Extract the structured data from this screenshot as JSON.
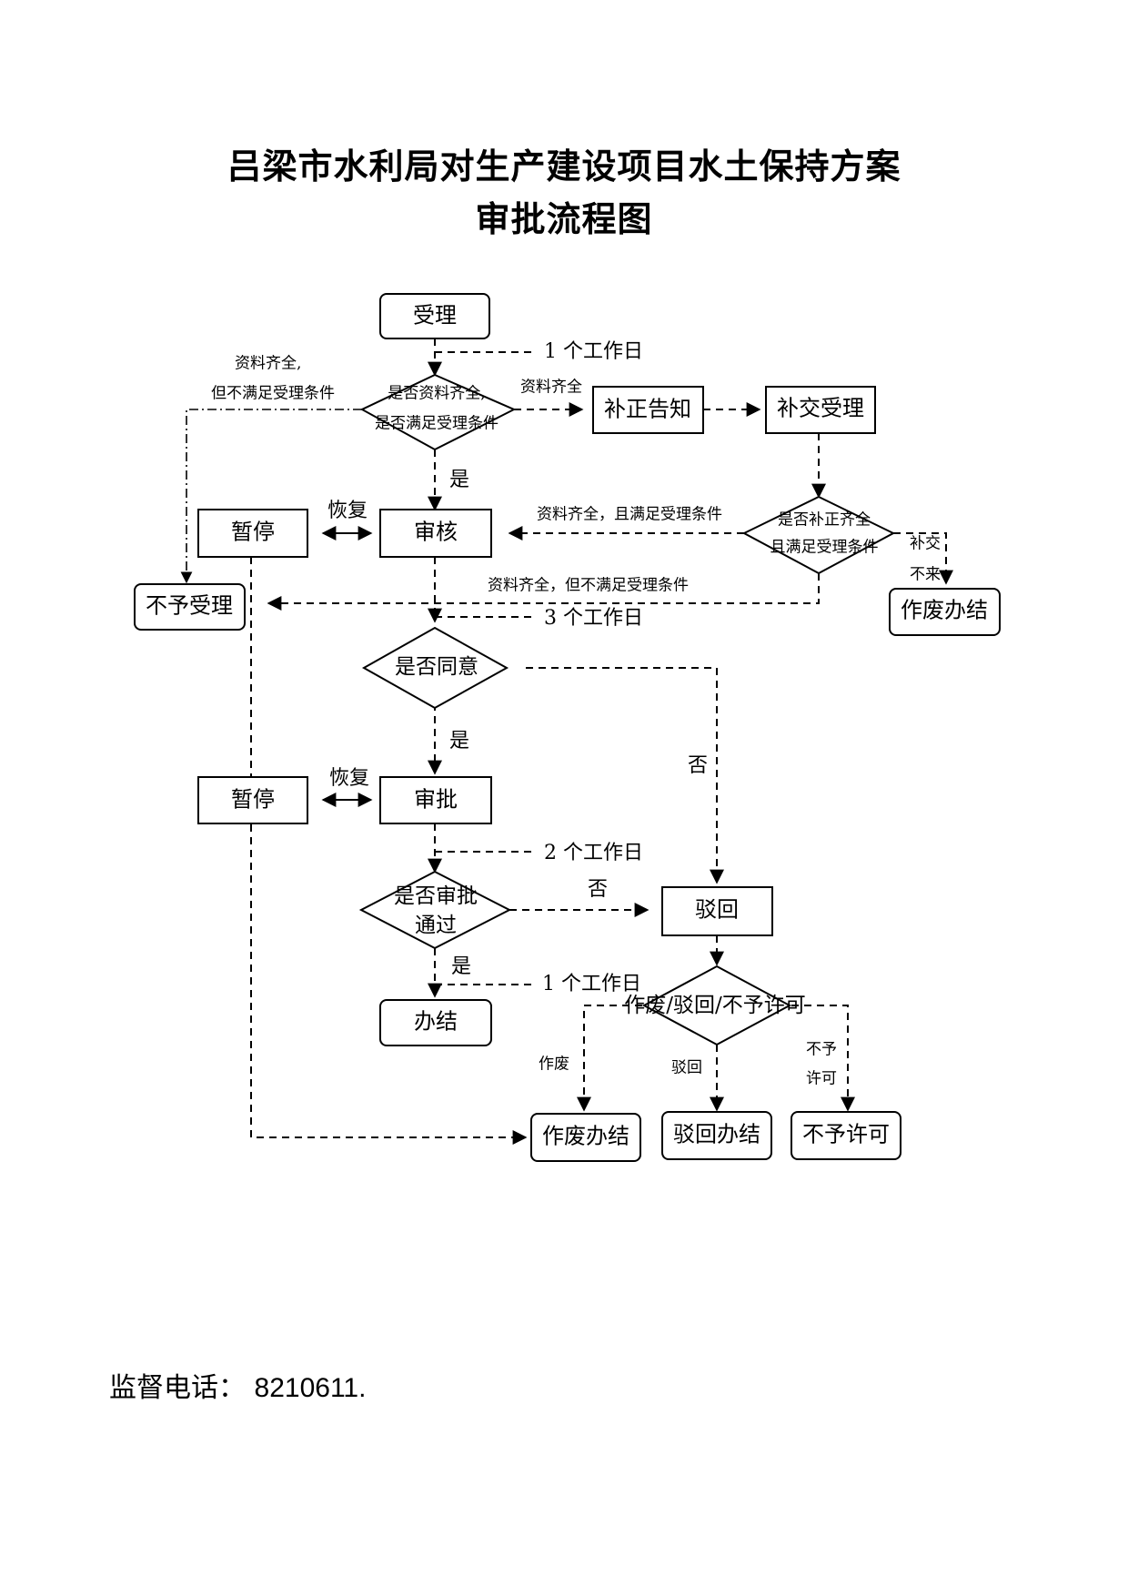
{
  "title": {
    "line1": "吕梁市水利局对生产建设项目水土保持方案",
    "line2": "审批流程图"
  },
  "nodes": {
    "accept": "受理",
    "correction_notice": "补正告知",
    "resubmit_accept": "补交受理",
    "pause1": "暂停",
    "review": "审核",
    "reject_accept": "不予受理",
    "void_close1": "作废办结",
    "pause2": "暂停",
    "approve": "审批",
    "return": "驳回",
    "close": "办结",
    "void_close2": "作废办结",
    "return_close": "驳回办结",
    "not_permit": "不予许可"
  },
  "decisions": {
    "complete_qualified": [
      "是否资料齐全,",
      "是否满足受理条件"
    ],
    "correction_complete": [
      "是否补正齐全",
      "且满足受理条件"
    ],
    "agree": "是否同意",
    "approved": [
      "是否审批",
      "通过"
    ],
    "void_return_deny": "作废/驳回/不予许可"
  },
  "labels": {
    "day1_top": "1 个工作日",
    "complete_left": [
      "资料齐全,",
      "但不满足受理条件"
    ],
    "complete_right": "资料齐全",
    "yes1": "是",
    "resume1": "恢复",
    "complete_ok": "资料齐全，且满足受理条件",
    "resubmit_none": [
      "补交",
      "不来"
    ],
    "complete_not_ok": "资料齐全，但不满足受理条件",
    "day3": "3 个工作日",
    "yes2": "是",
    "no1": "否",
    "resume2": "恢复",
    "day2": "2 个工作日",
    "no2": "否",
    "yes3": "是",
    "day1_bottom": "1 个工作日",
    "void": "作废",
    "return_lbl": "驳回",
    "not_permit_lbl": [
      "不予",
      "许可"
    ]
  },
  "footer": {
    "phone_label": "监督电话：",
    "phone_number": "8210611."
  }
}
